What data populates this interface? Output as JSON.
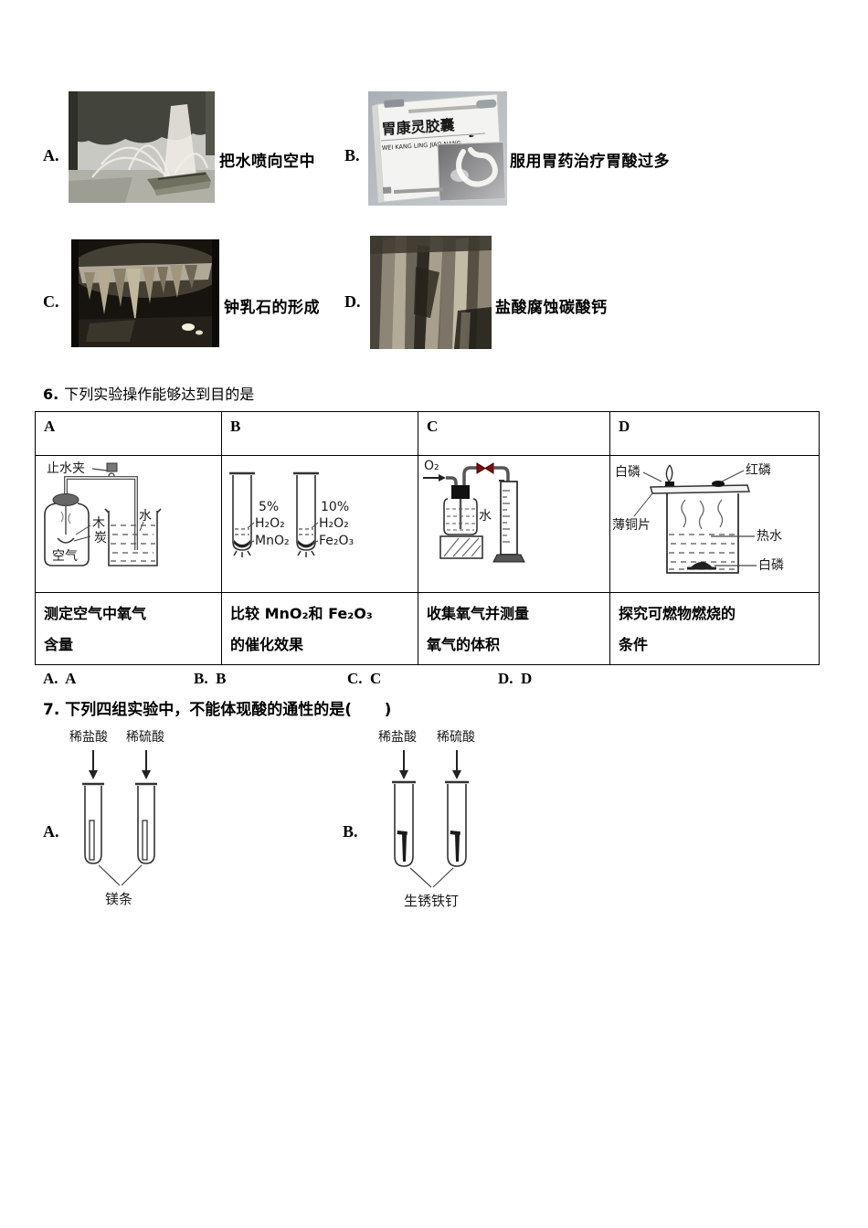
{
  "q5": {
    "options": [
      {
        "label": "A.",
        "caption": "把水喷向空中",
        "image": "fountain-photo"
      },
      {
        "label": "B.",
        "caption": "服用胃药治疗胃酸过多",
        "image": "medicine-package-photo",
        "package": {
          "title": "胃康灵胶囊",
          "pinyin": "WEI KANG LING JIAO NANG"
        }
      },
      {
        "label": "C.",
        "caption": "钟乳石的形成",
        "image": "cave-stalactite-photo"
      },
      {
        "label": "D.",
        "caption": "盐酸腐蚀碳酸钙",
        "image": "corroded-rock-photo"
      }
    ]
  },
  "q6": {
    "number": "6.",
    "text": "下列实验操作能够达到目的是",
    "table": {
      "headers": [
        "A",
        "B",
        "C",
        "D"
      ],
      "diagram_a": {
        "clamp_label": "止水夹",
        "charcoal_label_1": "木",
        "charcoal_label_2": "炭",
        "air_label": "空气",
        "water_label": "水"
      },
      "diagram_b": {
        "left_percent": "5%",
        "left_solution": "H₂O₂",
        "left_catalyst": "MnO₂",
        "right_percent": "10%",
        "right_solution": "H₂O₂",
        "right_catalyst": "Fe₂O₃"
      },
      "diagram_c": {
        "gas_label": "O₂",
        "water_label": "水"
      },
      "diagram_d": {
        "white_phosphorus_top": "白磷",
        "red_phosphorus": "红磷",
        "copper_sheet": "薄铜片",
        "hot_water": "热水",
        "white_phosphorus_bottom": "白磷"
      },
      "purposes": [
        {
          "line1": "测定空气中氧气",
          "line2": "含量"
        },
        {
          "line1": "比较 MnO₂和 Fe₂O₃",
          "line2": "的催化效果"
        },
        {
          "line1": "收集氧气并测量",
          "line2": "氧气的体积"
        },
        {
          "line1": "探究可燃物燃烧的",
          "line2": "条件"
        }
      ]
    },
    "choices": [
      "A.  A",
      "B.  B",
      "C.  C",
      "D.  D"
    ]
  },
  "q7": {
    "number": "7.",
    "text": "下列四组实验中，不能体现酸的通性的是(      )",
    "experiments": [
      {
        "label": "A.",
        "acid_left": "稀盐酸",
        "acid_right": "稀硫酸",
        "substance": "镁条"
      },
      {
        "label": "B.",
        "acid_left": "稀盐酸",
        "acid_right": "稀硫酸",
        "substance": "生锈铁钉"
      }
    ]
  }
}
